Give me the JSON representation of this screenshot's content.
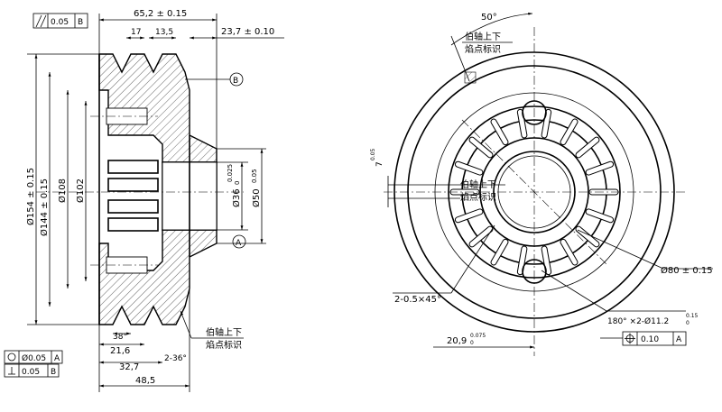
{
  "left_view": {
    "dims": {
      "overall_top": "65,2 ± 0.15",
      "w17": "17",
      "w13_5": "13,5",
      "hub_ext": "23,7 ± 0.10",
      "d154": "Ø154 ± 0.15",
      "d144": "Ø144 ± 0.15",
      "d108": "Ø108",
      "d102": "Ø102",
      "d36": "Ø36",
      "d36_tol": "0.025",
      "d36_tol_low": "0",
      "d50": "Ø50",
      "d50_tol": "0.05",
      "groove_angle": "38°",
      "w21_6": "21,6",
      "w32_7": "32,7",
      "groove_count_angle": "2-36°",
      "w48_5": "48,5"
    },
    "gdt": {
      "parallel_tol": "0.05",
      "parallel_datum": "B",
      "circular_tol": "Ø0.05",
      "circular_datum": "A",
      "perp_tol": "0.05",
      "perp_datum": "B"
    },
    "datums": {
      "b": "B",
      "a": "A"
    },
    "note_line1": "伯轴上下",
    "note_line2": "焰点标识"
  },
  "right_view": {
    "angle_top": "50°",
    "note_top_line1": "伯轴上下",
    "note_top_line2": "焰点标识",
    "note_mid_line1": "伯轴上下",
    "note_mid_line2": "焰点标识",
    "dim_7": "7",
    "dim_7_tol": "0.05",
    "dim_80": "Ø80 ± 0.15",
    "chamfer": "2-0.5×45°",
    "holes": "180° ×2-Ø11.2",
    "holes_tol": "0.15",
    "holes_tol_low": "0",
    "dim_20_9": "20,9",
    "dim_20_9_tol": "0.075",
    "dim_20_9_tol_low": "0",
    "pos_tol": "0.10",
    "pos_datum": "A"
  }
}
